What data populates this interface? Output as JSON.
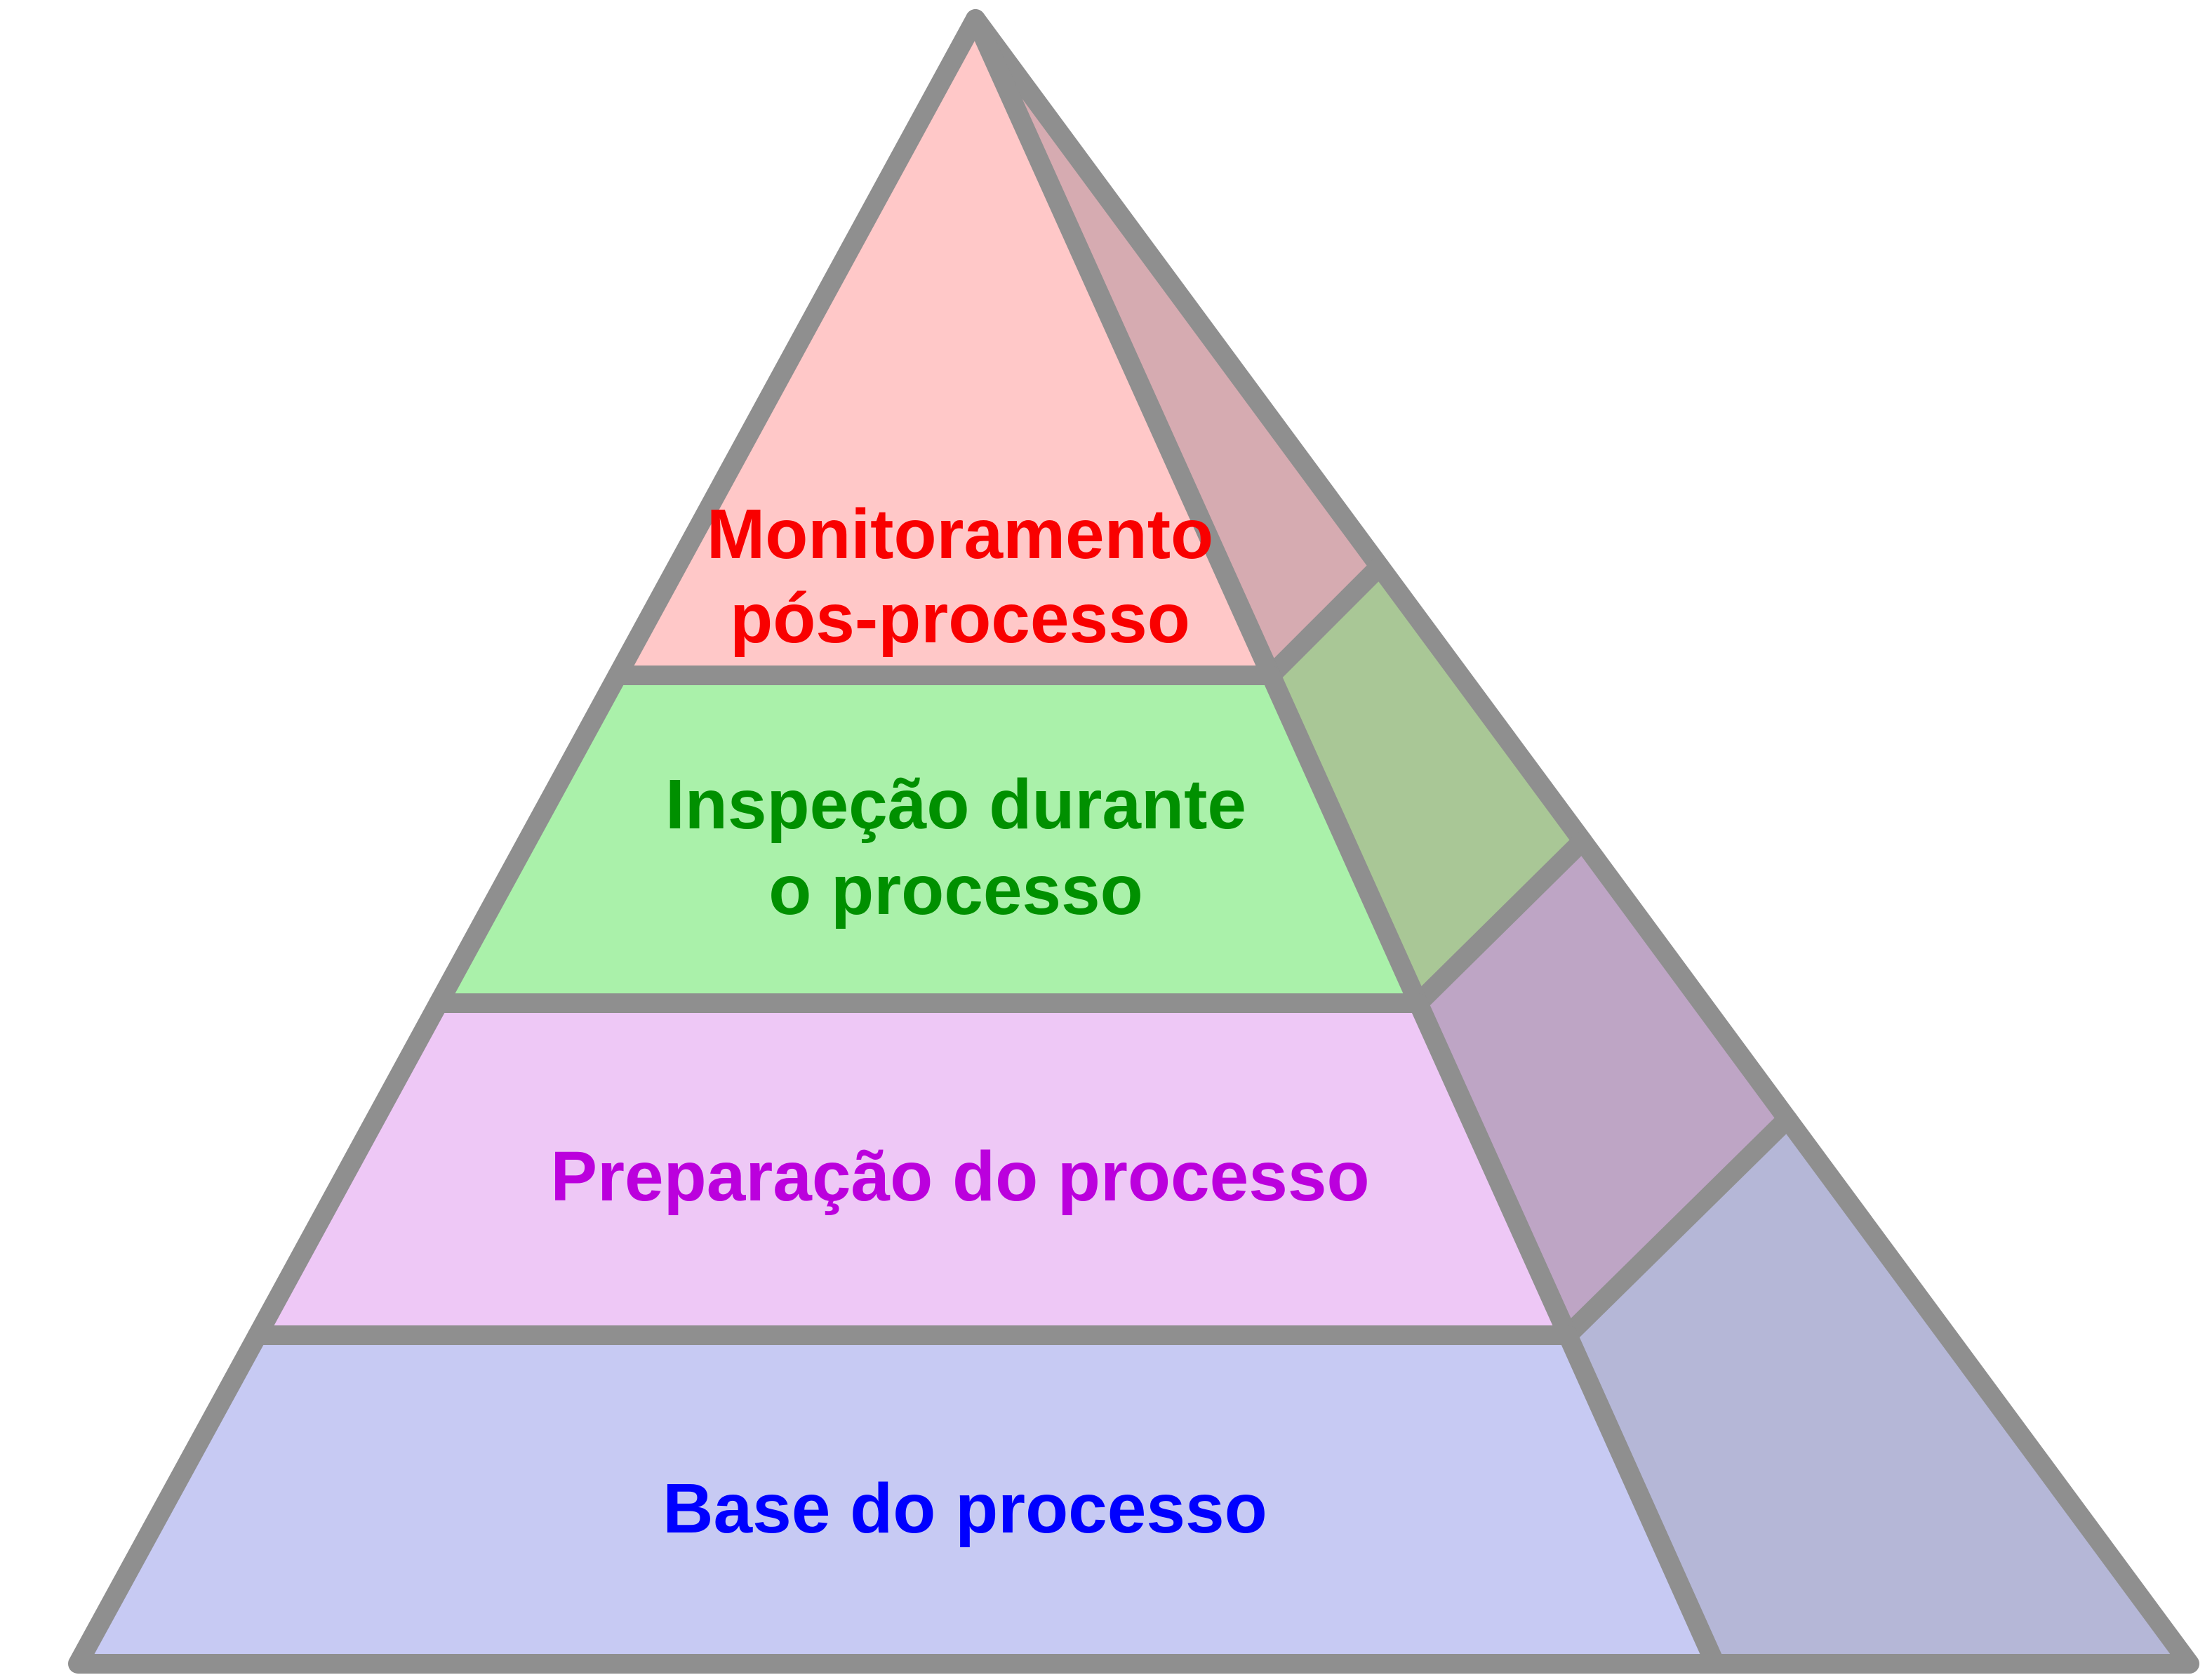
{
  "diagram": {
    "kind": "process-pyramid",
    "background_color": "#ffffff",
    "outline_color": "#8f8f8f",
    "layers": [
      {
        "id": "monitoramento-pos-processo",
        "label_lines": [
          "Monitoramento",
          "pós-processo"
        ],
        "front_color": "#ffc8c8",
        "side_color": "#d6abb1",
        "text_color": "#f90000"
      },
      {
        "id": "inspecao-durante-o-processo",
        "label_lines": [
          "Inspeção durante",
          "o processo"
        ],
        "front_color": "#aaf1aa",
        "side_color": "#a9c796",
        "text_color": "#009000"
      },
      {
        "id": "preparacao-do-processo",
        "label_lines": [
          "Preparação do processo"
        ],
        "front_color": "#eec8f6",
        "side_color": "#bea5c5",
        "text_color": "#bb00dd"
      },
      {
        "id": "base-do-processo",
        "label_lines": [
          "Base do processo"
        ],
        "front_color": "#c7caf3",
        "side_color": "#b5b7d7",
        "text_color": "#0000ff"
      }
    ]
  }
}
